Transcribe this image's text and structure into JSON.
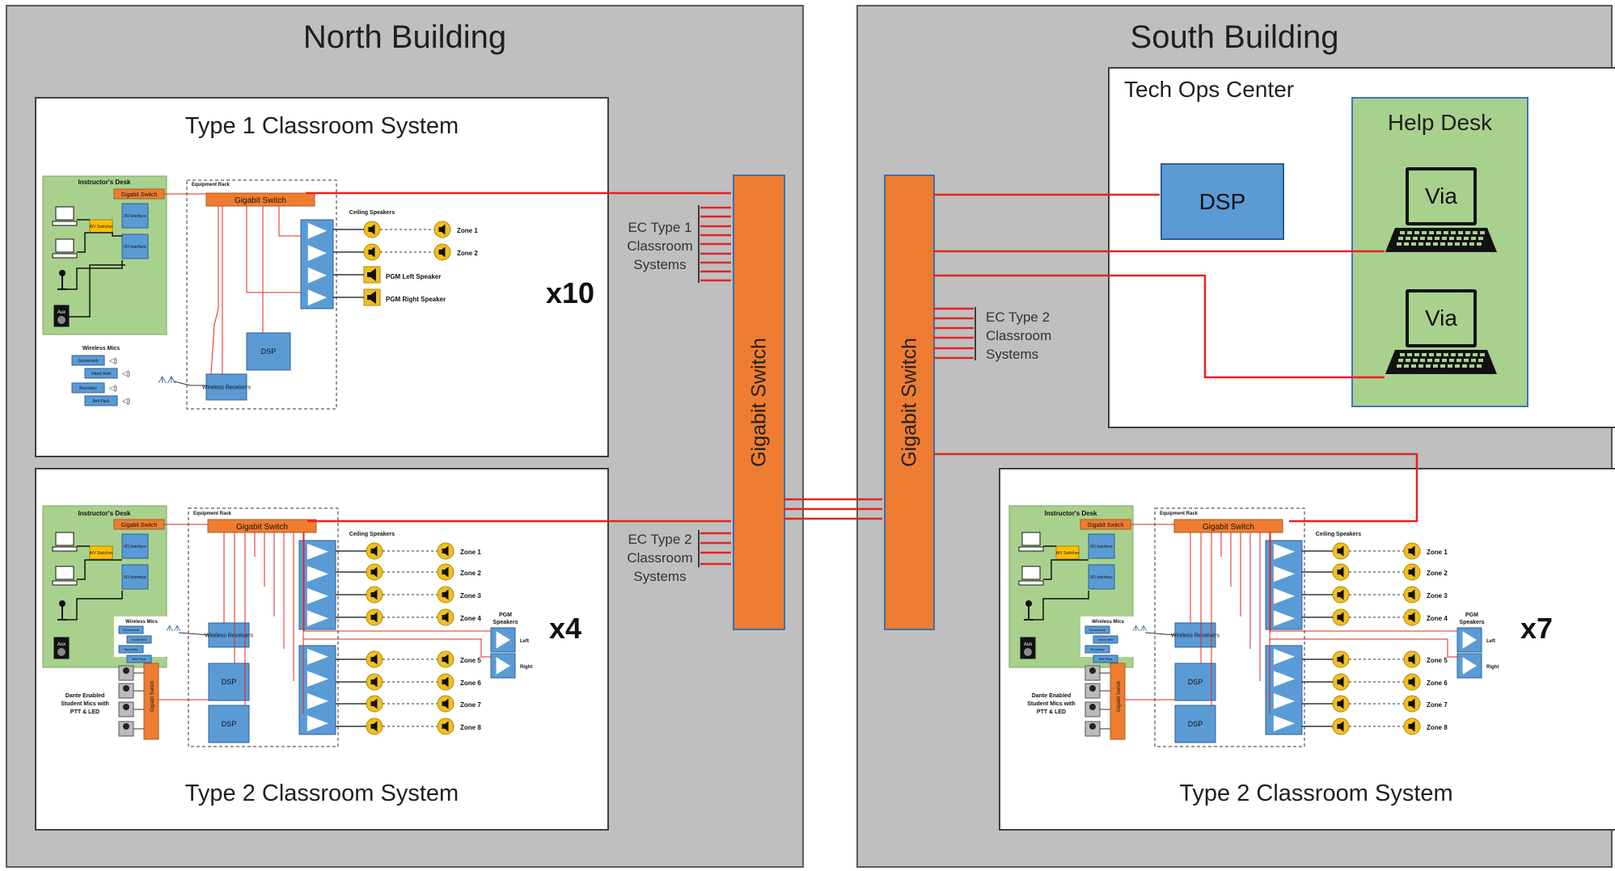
{
  "north": {
    "title": "North Building",
    "type1": {
      "title": "Type 1 Classroom System",
      "multiplier": "x10",
      "instructor_desk": "Instructor's Desk",
      "desk_switch": "Gigabit Switch",
      "av_switcher": "A/V Switcher",
      "io1": "I/O Interface",
      "io2": "I/O Interface",
      "aux": "Aux",
      "equipment_rack": "Equipment Rack",
      "rack_switch": "Gigabit Switch",
      "ceiling_speakers": "Ceiling Speakers",
      "zones": [
        "Zone 1",
        "Zone 2"
      ],
      "pgm_left": "PGM Left Speaker",
      "pgm_right": "PGM Right Speaker",
      "dsp": "DSP",
      "wireless_receivers": "Wireless Receivers",
      "wireless_mics": "Wireless Mics",
      "mic_labels": [
        "Gooseneck",
        "Hand Held",
        "Boundary",
        "Belt Pack"
      ]
    },
    "type2": {
      "title": "Type 2 Classroom System",
      "multiplier": "x4",
      "instructor_desk": "Instructor's Desk",
      "desk_switch": "Gigabit Switch",
      "av_switcher": "A/V Switcher",
      "io1": "I/O Interface",
      "io2": "I/O Interface",
      "aux": "Aux",
      "equipment_rack": "Equipment Rack",
      "rack_switch": "Gigabit Switch",
      "ceiling_speakers": "Ceiling Speakers",
      "zones": [
        "Zone 1",
        "Zone 2",
        "Zone 3",
        "Zone 4",
        "Zone 5",
        "Zone 6",
        "Zone 7",
        "Zone 8"
      ],
      "pgm_speakers": "PGM Speakers",
      "left": "Left",
      "right": "Right",
      "dsp1": "DSP",
      "dsp2": "DSP",
      "wireless_receivers": "Wireless Receivers",
      "wireless_mics": "Wireless Mics",
      "mic_labels": [
        "Gooseneck",
        "Hand Held",
        "Boundary",
        "Belt Pack"
      ],
      "student_mics": [
        "Dante Enabled",
        "Student Mics with",
        "PTT & LED"
      ],
      "student_switch": "Gigabit Switch"
    },
    "ec_type1": [
      "EC Type 1",
      "Classroom",
      "Systems"
    ],
    "ec_type2": [
      "EC Type 2",
      "Classroom",
      "Systems"
    ],
    "switch": "Gigabit Switch"
  },
  "south": {
    "title": "South Building",
    "tech_ops": "Tech Ops Center",
    "dsp": "DSP",
    "help_desk": "Help Desk",
    "via1": "Via",
    "via2": "Via",
    "switch": "Gigabit Switch",
    "ec_type2": [
      "EC Type 2",
      "Classroom",
      "Systems"
    ],
    "type2": {
      "title": "Type 2 Classroom System",
      "multiplier": "x7",
      "instructor_desk": "Instructor's Desk",
      "desk_switch": "Gigabit Switch",
      "av_switcher": "A/V Switcher",
      "io1": "I/O Interface",
      "io2": "I/O Interface",
      "aux": "Aux",
      "equipment_rack": "Equipment Rack",
      "rack_switch": "Gigabit Switch",
      "ceiling_speakers": "Ceiling Speakers",
      "zones": [
        "Zone 1",
        "Zone 2",
        "Zone 3",
        "Zone 4",
        "Zone 5",
        "Zone 6",
        "Zone 7",
        "Zone 8"
      ],
      "pgm_speakers": "PGM Speakers",
      "left": "Left",
      "right": "Right",
      "dsp1": "DSP",
      "dsp2": "DSP",
      "wireless_receivers": "Wireless Receivers",
      "wireless_mics": "Wireless Mics",
      "mic_labels": [
        "Gooseneck",
        "Hand Held",
        "Boundary",
        "Belt Pack"
      ],
      "student_mics": [
        "Dante Enabled",
        "Student Mics with",
        "PTT & LED"
      ],
      "student_switch": "Gigabit Switch"
    }
  },
  "colors": {
    "building_bg": "#bfbfbf",
    "switch_orange": "#ee7d31",
    "dsp_blue": "#5b9bd5",
    "help_desk_green": "#a9d18e",
    "desk_green": "#a9d18e",
    "network_red": "#e52222",
    "speaker_yellow": "#f0c020"
  }
}
